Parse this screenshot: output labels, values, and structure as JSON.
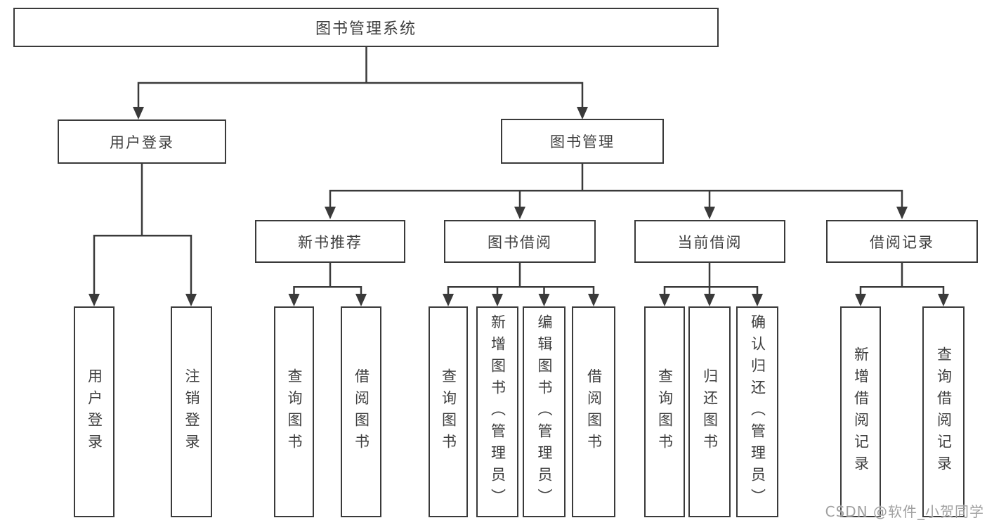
{
  "colors": {
    "line": "#3a3a3a",
    "text": "#3e3e3e",
    "box_fill": "#ffffff",
    "watermark": "#a0a0a0"
  },
  "watermark": "CSDN @软件_小贺同学",
  "tree": {
    "root": {
      "label": "图书管理系统",
      "children": [
        {
          "label": "用户登录",
          "children": [
            {
              "label": "用户登录"
            },
            {
              "label": "注销登录"
            }
          ]
        },
        {
          "label": "图书管理",
          "children": [
            {
              "label": "新书推荐",
              "children": [
                {
                  "label": "查询图书"
                },
                {
                  "label": "借阅图书"
                }
              ]
            },
            {
              "label": "图书借阅",
              "children": [
                {
                  "label": "查询图书"
                },
                {
                  "label": "新增图书（管理员）"
                },
                {
                  "label": "编辑图书（管理员）"
                },
                {
                  "label": "借阅图书"
                }
              ]
            },
            {
              "label": "当前借阅",
              "children": [
                {
                  "label": "查询图书"
                },
                {
                  "label": "归还图书"
                },
                {
                  "label": "确认归还（管理员）"
                }
              ]
            },
            {
              "label": "借阅记录",
              "children": [
                {
                  "label": "新增借阅记录"
                },
                {
                  "label": "查询借阅记录"
                }
              ]
            }
          ]
        }
      ]
    }
  }
}
